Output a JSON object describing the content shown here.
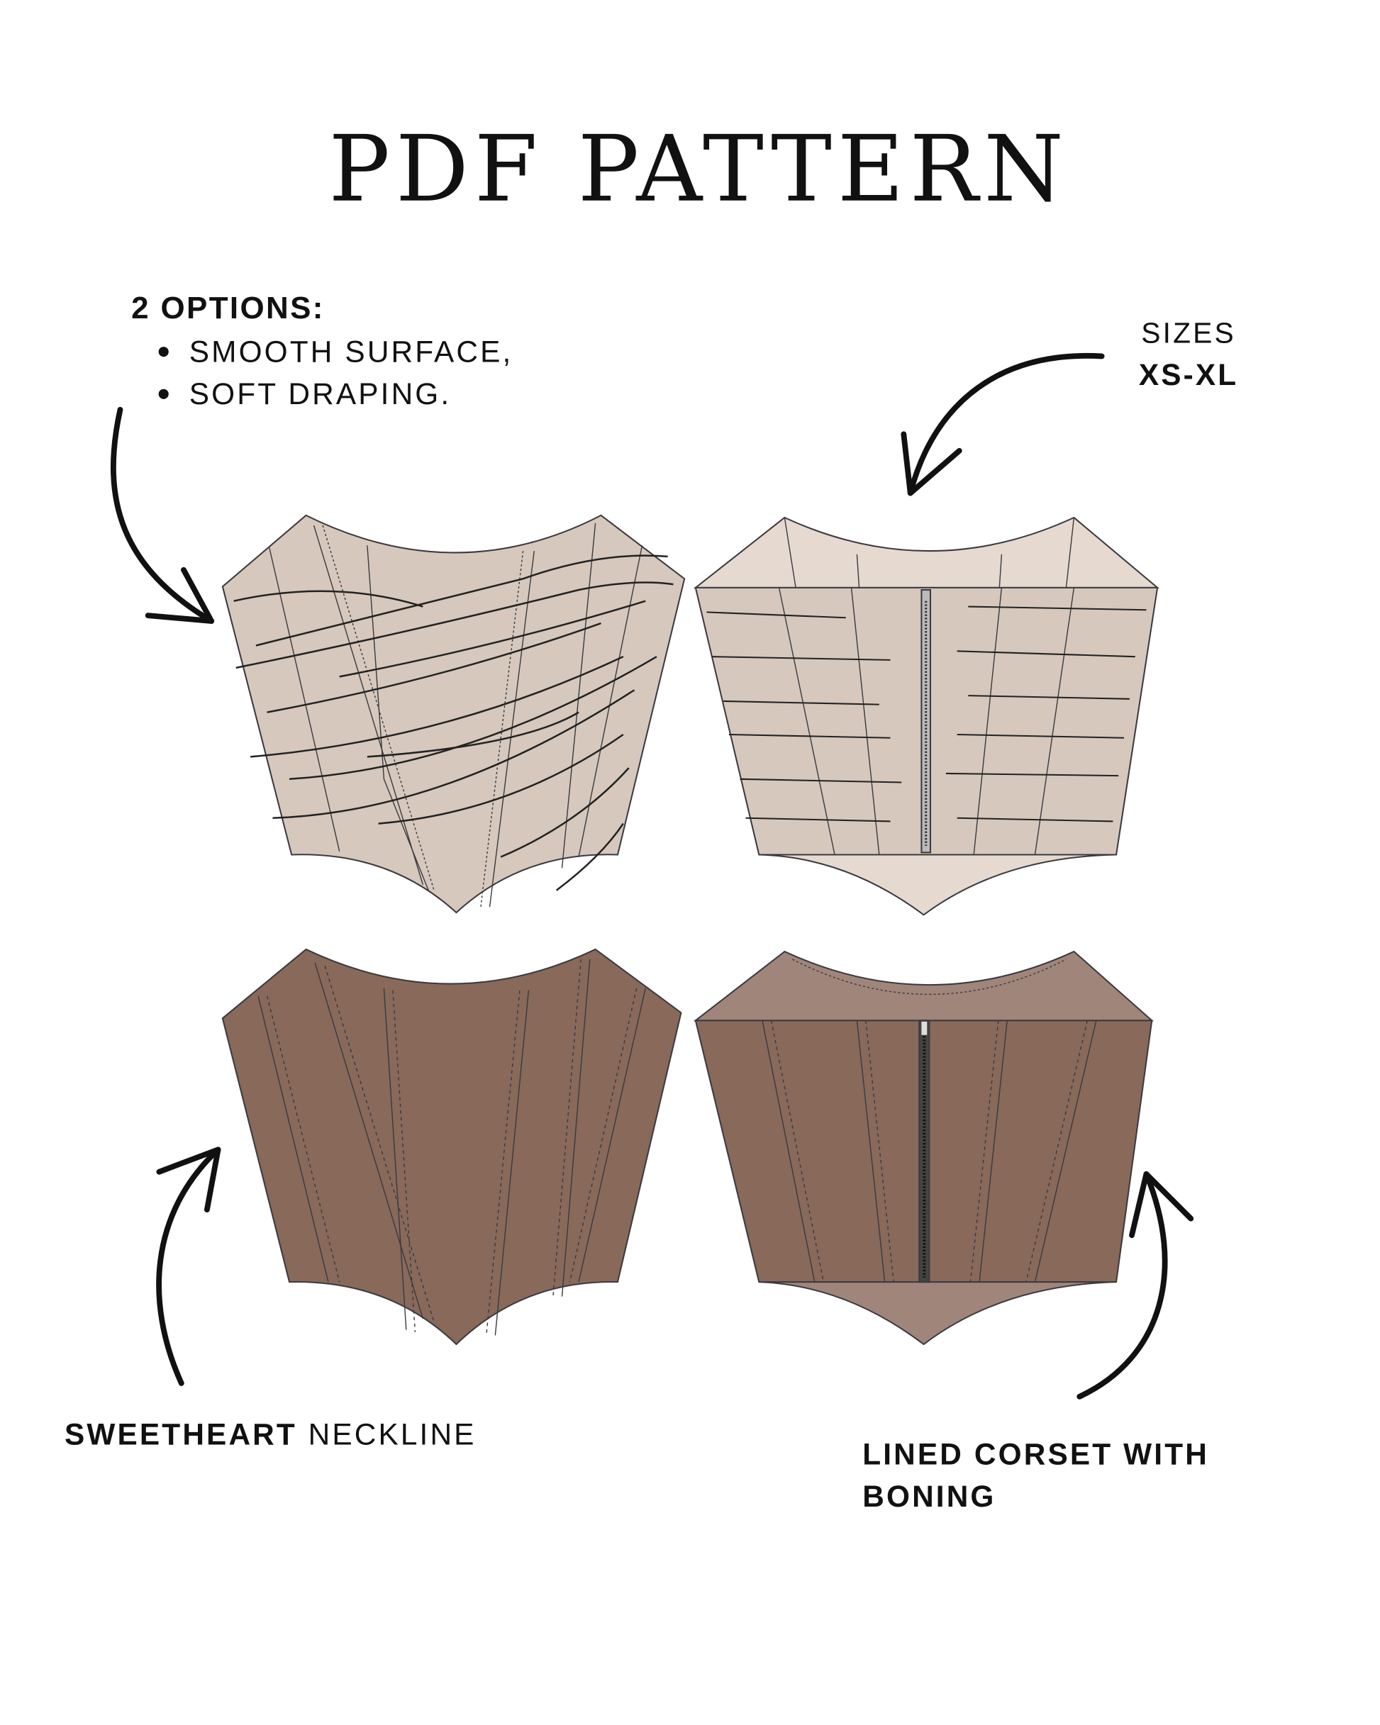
{
  "title": "PDF PATTERN",
  "options": {
    "heading": "2 OPTIONS:",
    "items": [
      "SMOOTH SURFACE,",
      "SOFT DRAPING."
    ]
  },
  "sizes": {
    "label": "SIZES",
    "range": "XS-XL"
  },
  "neckline": {
    "bold": "SWEETHEART",
    "rest": "NECKLINE"
  },
  "lined": {
    "line1": "LINED CORSET WITH",
    "line2": "BONING"
  },
  "colors": {
    "draped_fabric": "#d6c8bc",
    "draped_lining": "#e6d9cf",
    "smooth_fabric": "#88695a",
    "smooth_lining": "#a0857a",
    "outline": "#3a3a40"
  }
}
